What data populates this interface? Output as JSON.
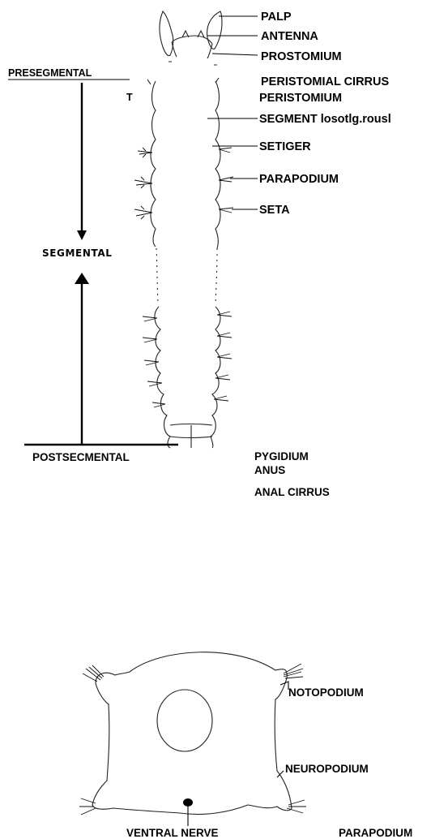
{
  "worm_labels": {
    "palp": "PALP",
    "antenna": "ANTENNA",
    "prostomium": "PROSTOMIUM",
    "peristomial_cirrus": "PERISTOMIAL CIRRUS",
    "peristomium": "PERISTOMIUM",
    "segment": "SEGMENT losotlg.rousl",
    "setiger": "SETIGER",
    "parapodium": "PARAPODIUM",
    "seta": "SETA",
    "pygidium": "PYGIDIUM",
    "anus": "ANUS",
    "anal_cirrus": "ANAL CIRRUS"
  },
  "regions": {
    "presegmental": "PRESEGMENTAL",
    "t_mark": "T",
    "segmental": "SEGMENTAL",
    "postsegmental": "POSTSECMENTAL"
  },
  "cross_section": {
    "notopodium": "NOTOPODIUM",
    "neuropodium": "NEUROPODIUM",
    "ventral_nerve": "VENTRAL NERVE",
    "parapodium_title": "PARAPODIUM"
  }
}
